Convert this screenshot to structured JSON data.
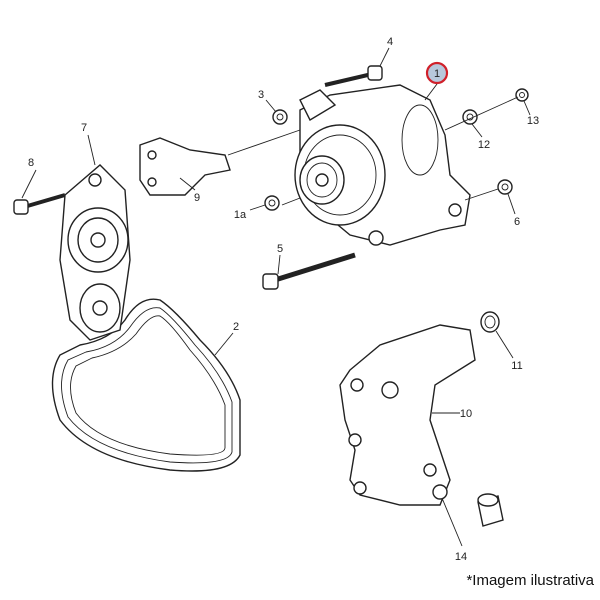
{
  "diagram": {
    "callouts": {
      "p1": "1",
      "p1a": "1a",
      "p2": "2",
      "p3": "3",
      "p4": "4",
      "p5": "5",
      "p6": "6",
      "p7": "7",
      "p8": "8",
      "p9": "9",
      "p10": "10",
      "p11": "11",
      "p12": "12",
      "p13": "13",
      "p14": "14"
    },
    "highlight_color": "#d0202a",
    "highlight_fill": "#b8c8dc"
  },
  "caption": "*Imagem ilustrativa"
}
